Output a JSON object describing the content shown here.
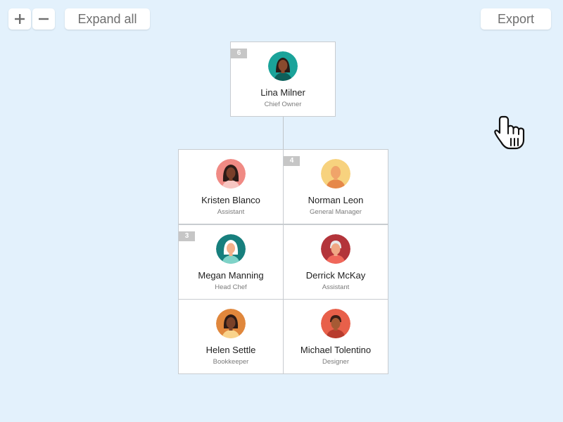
{
  "toolbar": {
    "zoom_in_icon": "plus-icon",
    "zoom_out_icon": "minus-icon",
    "expand_label": "Expand all",
    "export_label": "Export"
  },
  "root": {
    "name": "Lina Milner",
    "role": "Chief Owner",
    "count": "6",
    "avatar_color": "#1aa39a"
  },
  "children": [
    {
      "name": "Kristen Blanco",
      "role": "Assistant",
      "avatar_color": "#f08a84"
    },
    {
      "name": "Norman Leon",
      "role": "General Manager",
      "count": "4",
      "avatar_color": "#f7d27e"
    },
    {
      "name": "Megan Manning",
      "role": "Head Chef",
      "count": "3",
      "avatar_color": "#177f7d"
    },
    {
      "name": "Derrick McKay",
      "role": "Assistant",
      "avatar_color": "#b3343a"
    },
    {
      "name": "Helen Settle",
      "role": "Bookkeeper",
      "avatar_color": "#e0873c"
    },
    {
      "name": "Michael Tolentino",
      "role": "Designer",
      "avatar_color": "#e8604a"
    }
  ],
  "colors": {
    "background": "#e3f1fc",
    "card_border": "#c8ccd0",
    "badge": "#c6c6c6"
  },
  "cursor_icon": "hand-pointer-icon"
}
